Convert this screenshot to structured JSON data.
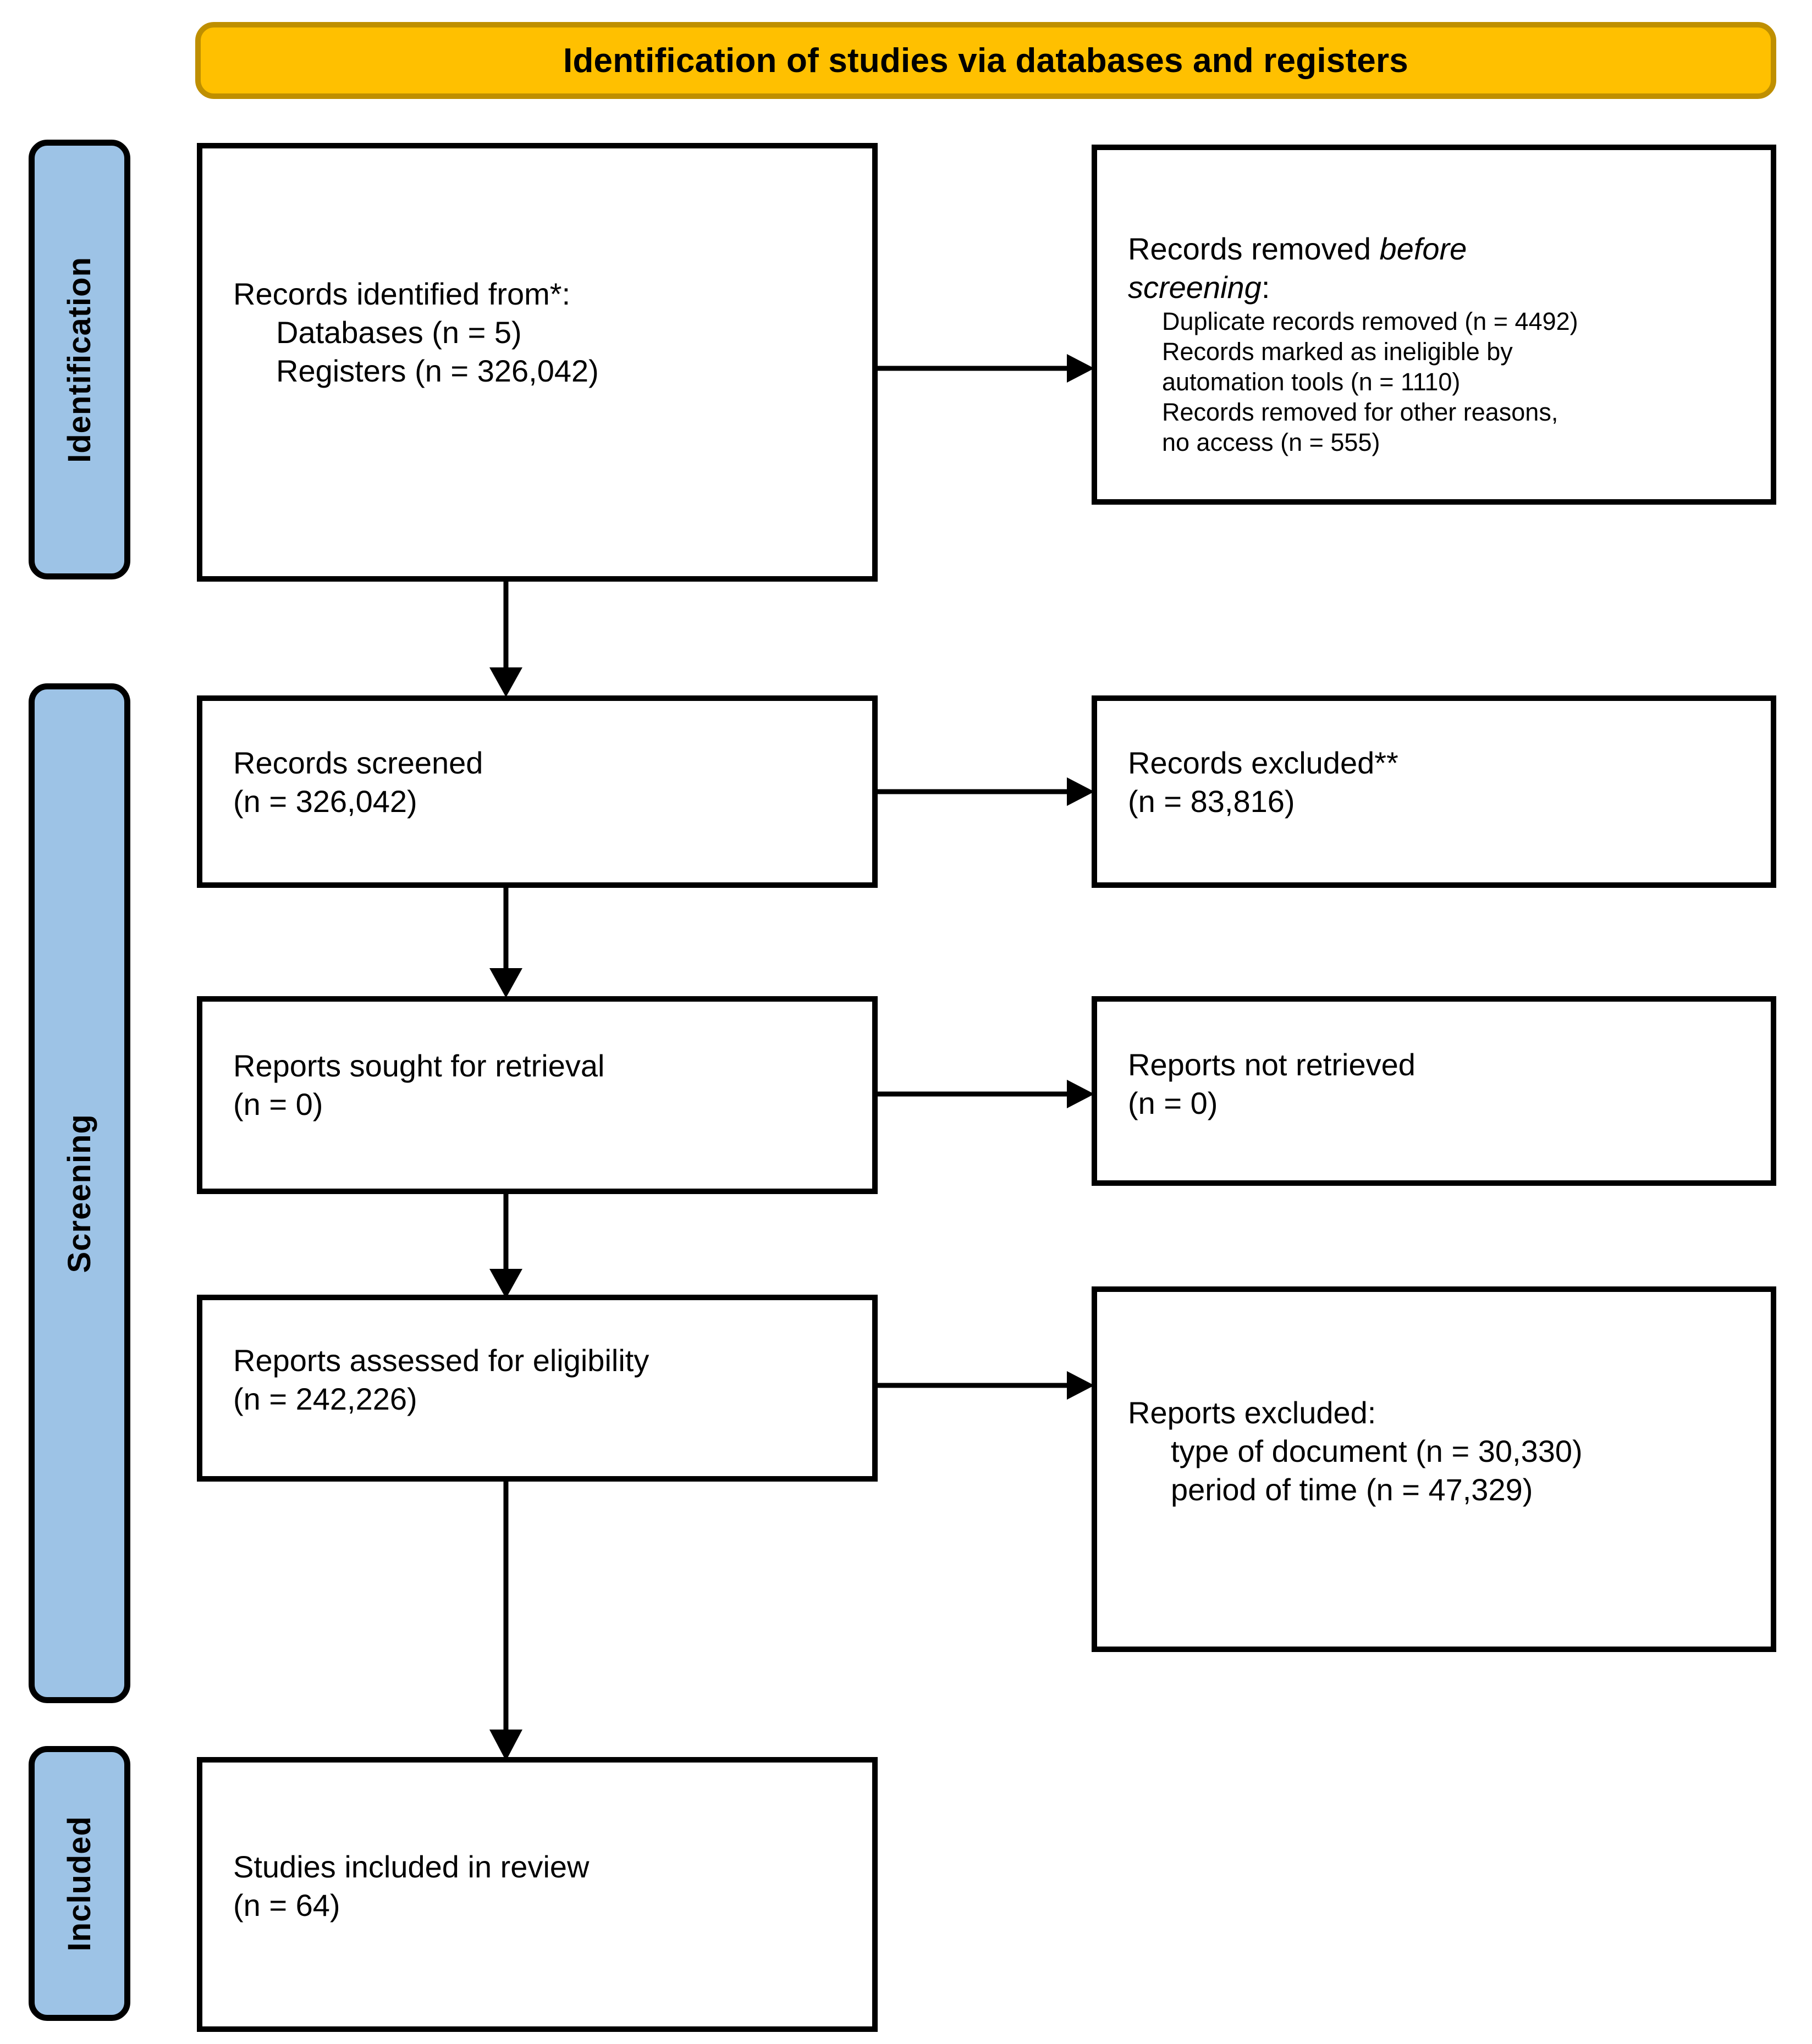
{
  "banner": {
    "title": "Identification of studies via databases and registers"
  },
  "stages": [
    {
      "key": "identification",
      "label": "Identification"
    },
    {
      "key": "screening",
      "label": "Screening"
    },
    {
      "key": "included",
      "label": "Included"
    }
  ],
  "colors": {
    "banner_fill": "#FFC000",
    "banner_border": "#BF8F00",
    "stage_fill": "#9DC3E6",
    "box_border": "#000000",
    "box_fill": "#FFFFFF",
    "text": "#000000"
  },
  "boxes": {
    "identified": {
      "line1": "Records identified from*:",
      "line2": "Databases (n = 5)",
      "line3": "Registers (n = 326,042)"
    },
    "removed": {
      "line1_pre": "Records removed ",
      "line1_em": "before",
      "line2_em": "screening",
      "line2_post": ":",
      "sub1": "Duplicate records removed (n = 4492)",
      "sub2": "Records marked as ineligible by",
      "sub3": "automation tools (n = 1110)",
      "sub4": "Records removed for other reasons,",
      "sub5": "no access (n = 555)"
    },
    "screened": {
      "line1": "Records screened",
      "line2": "(n = 326,042)"
    },
    "excluded_records": {
      "line1": "Records excluded**",
      "line2": "(n = 83,816)"
    },
    "sought": {
      "line1": "Reports sought for retrieval",
      "line2": "(n = 0)"
    },
    "not_retrieved": {
      "line1": "Reports not retrieved",
      "line2": "(n = 0)"
    },
    "assessed": {
      "line1": "Reports assessed for eligibility",
      "line2": "(n = 242,226)"
    },
    "reports_excluded": {
      "line1": "Reports excluded:",
      "line2": "type of document (n = 30,330)",
      "line3": "period of time (n = 47,329)"
    },
    "included": {
      "line1": "Studies included in review",
      "line2": "(n = 64)"
    }
  },
  "flow_data": {
    "type": "flowchart",
    "standard": "PRISMA 2020",
    "nodes": [
      {
        "id": "identified",
        "stage": "Identification",
        "label": "Records identified from*",
        "counts": [
          {
            "source": "Databases",
            "n": 5
          },
          {
            "source": "Registers",
            "n": 326042
          }
        ]
      },
      {
        "id": "removed",
        "stage": "Identification",
        "label": "Records removed before screening",
        "counts": [
          {
            "source": "Duplicate records removed",
            "n": 4492
          },
          {
            "source": "Records marked as ineligible by automation tools",
            "n": 1110
          },
          {
            "source": "Records removed for other reasons, no access",
            "n": 555
          }
        ]
      },
      {
        "id": "screened",
        "stage": "Screening",
        "label": "Records screened",
        "n": 326042
      },
      {
        "id": "excluded_records",
        "stage": "Screening",
        "label": "Records excluded**",
        "n": 83816
      },
      {
        "id": "sought",
        "stage": "Screening",
        "label": "Reports sought for retrieval",
        "n": 0
      },
      {
        "id": "not_retrieved",
        "stage": "Screening",
        "label": "Reports not retrieved",
        "n": 0
      },
      {
        "id": "assessed",
        "stage": "Screening",
        "label": "Reports assessed for eligibility",
        "n": 242226
      },
      {
        "id": "reports_excluded",
        "stage": "Screening",
        "label": "Reports excluded",
        "counts": [
          {
            "source": "type of document",
            "n": 30330
          },
          {
            "source": "period of time",
            "n": 47329
          }
        ]
      },
      {
        "id": "included",
        "stage": "Included",
        "label": "Studies included in review",
        "n": 64
      }
    ],
    "edges": [
      {
        "from": "identified",
        "to": "removed",
        "direction": "right"
      },
      {
        "from": "identified",
        "to": "screened",
        "direction": "down"
      },
      {
        "from": "screened",
        "to": "excluded_records",
        "direction": "right"
      },
      {
        "from": "screened",
        "to": "sought",
        "direction": "down"
      },
      {
        "from": "sought",
        "to": "not_retrieved",
        "direction": "right"
      },
      {
        "from": "sought",
        "to": "assessed",
        "direction": "down"
      },
      {
        "from": "assessed",
        "to": "reports_excluded",
        "direction": "right"
      },
      {
        "from": "assessed",
        "to": "included",
        "direction": "down"
      }
    ]
  }
}
